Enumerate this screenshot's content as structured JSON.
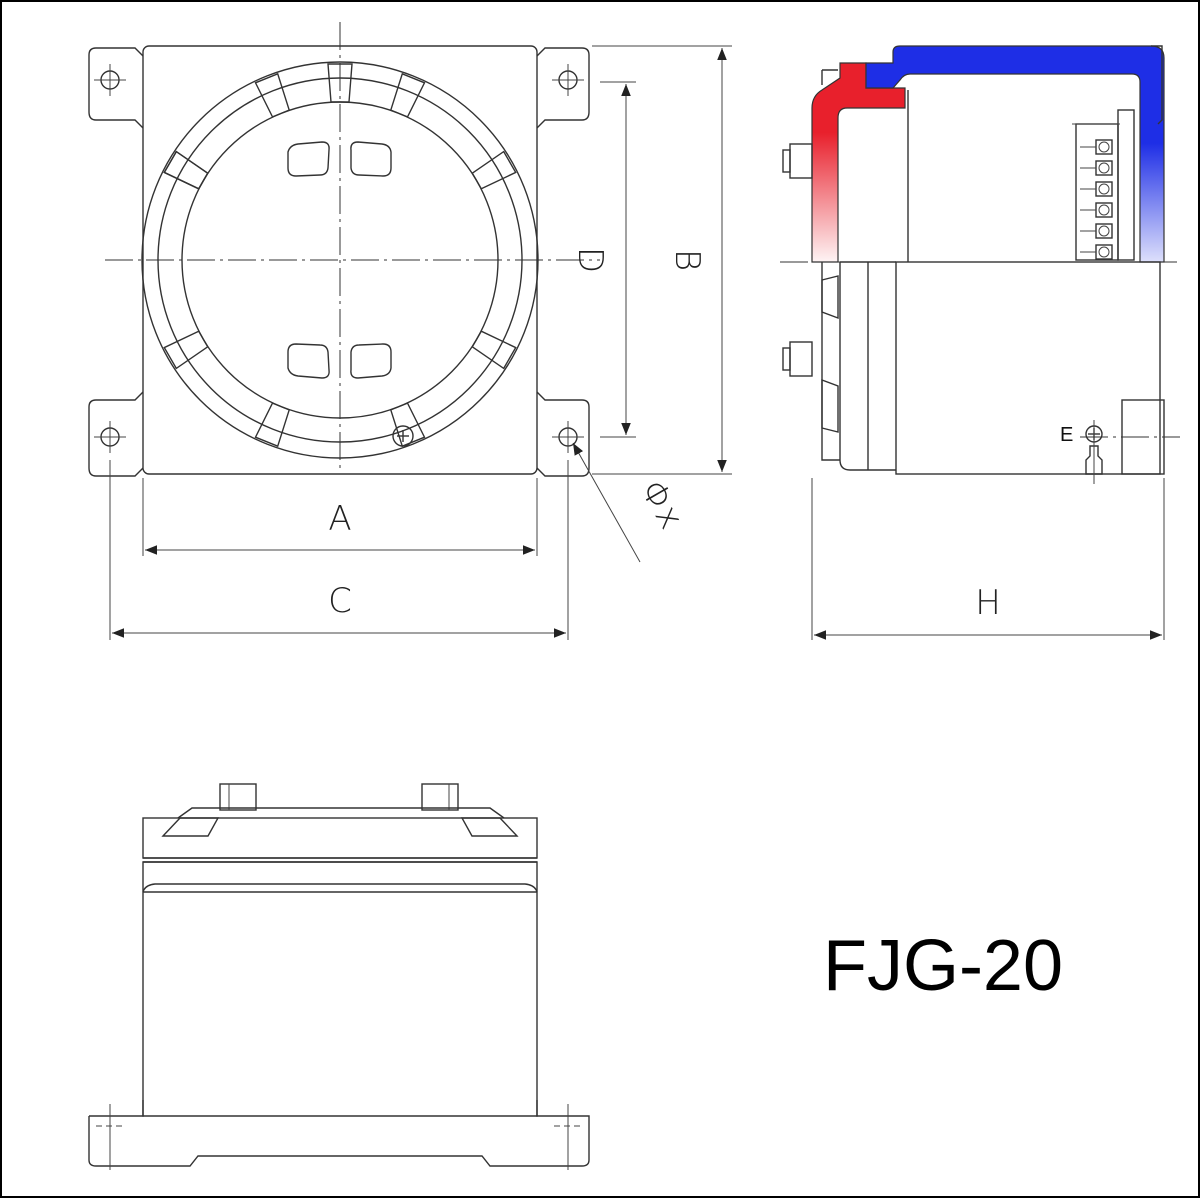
{
  "drawing": {
    "model": "FJG-20",
    "dimension_labels": {
      "a": "A",
      "b": "B",
      "c": "C",
      "d": "D",
      "h": "H",
      "e": "E",
      "hole": "Φx"
    },
    "colors": {
      "cover_section": "#1e2ee6",
      "body_section": "#e8202c",
      "line": "#333333"
    }
  }
}
